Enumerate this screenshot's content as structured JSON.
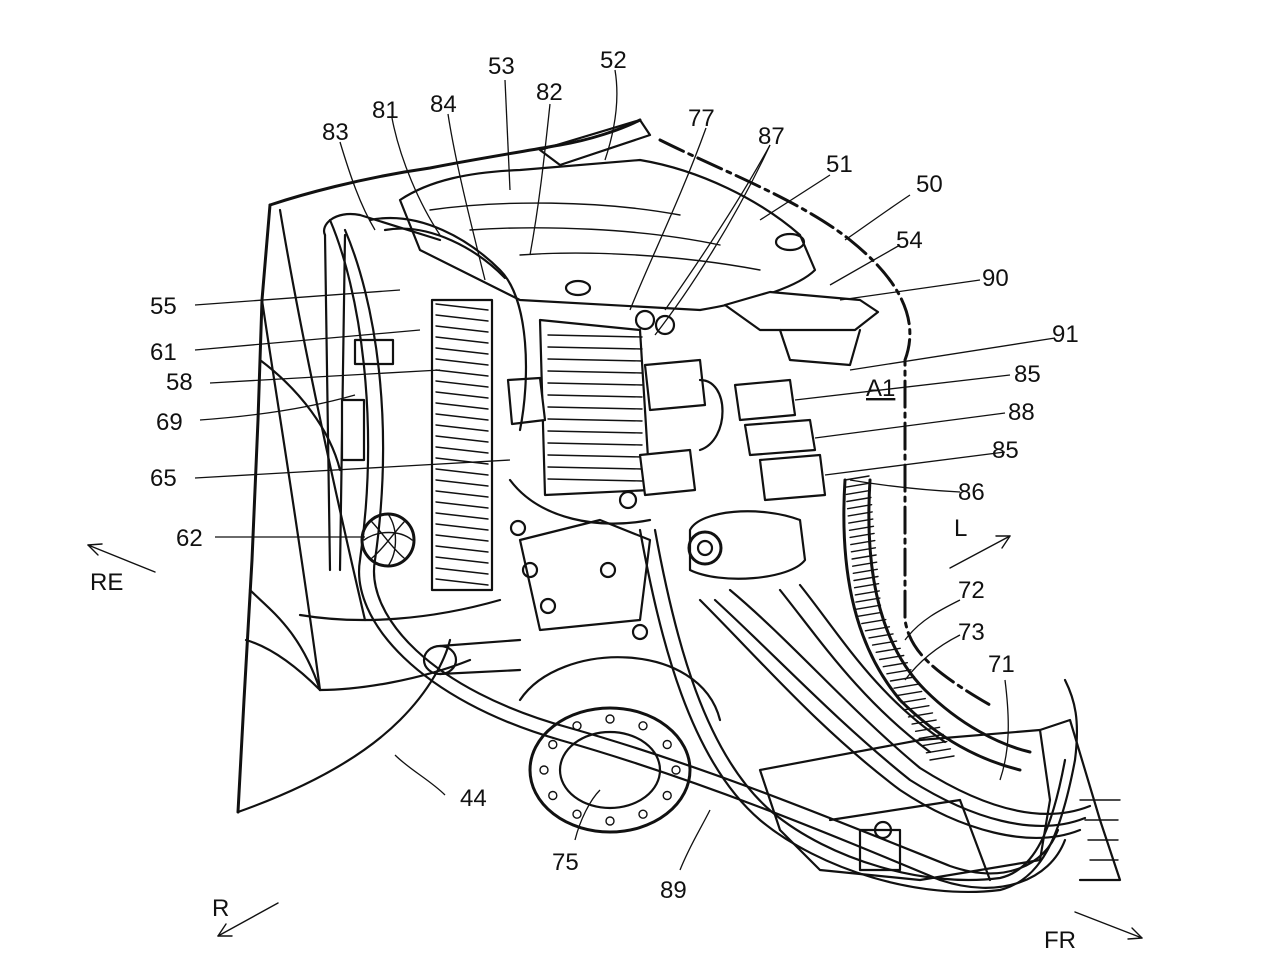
{
  "labels": {
    "n50": "50",
    "n51": "51",
    "n52": "52",
    "n53": "53",
    "n54": "54",
    "n55": "55",
    "n58": "58",
    "n61": "61",
    "n62": "62",
    "n65": "65",
    "n69": "69",
    "n71": "71",
    "n72": "72",
    "n73": "73",
    "n75": "75",
    "n77": "77",
    "n81": "81",
    "n82": "82",
    "n83": "83",
    "n84": "84",
    "n85a": "85",
    "n85b": "85",
    "n86": "86",
    "n87": "87",
    "n88": "88",
    "n89": "89",
    "n90": "90",
    "n91": "91",
    "n44": "44",
    "a1": "A1"
  },
  "directions": {
    "re": "RE",
    "l": "L",
    "r": "R",
    "fr": "FR"
  }
}
